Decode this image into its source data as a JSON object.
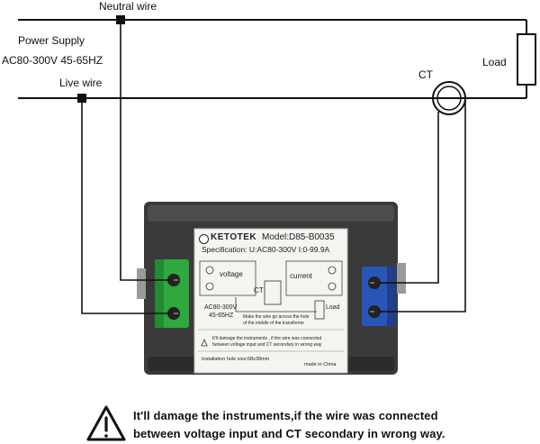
{
  "labels": {
    "neutral_wire": "Neutral wire",
    "power_supply_line1": "Power Supply",
    "power_supply_line2": "AC80-300V 45-65HZ",
    "live_wire": "Live wire",
    "ct": "CT",
    "load": "Load"
  },
  "sticker": {
    "brand": "KETOTEK",
    "model": "Model:D85-B0035",
    "specification": "Specification: U:AC80-300V I:0-99.9A",
    "voltage_label": "voltage",
    "current_label": "current",
    "ct_label": "CT",
    "voltage_range_line1": "AC80-300V",
    "voltage_range_line2": "45-65HZ",
    "instruction_line1": "Make the wire go across the hole",
    "instruction_line2": "of the middle of the transforme",
    "load_label": "Load",
    "damage_line1": "It'll damage the instruments , if the wire was connected",
    "damage_line2": "between voltage input and CT secondary in wrong way",
    "install_hole": "Installation hole size:68x38mm",
    "made_in": "made in China"
  },
  "warning": {
    "line1": "It'll damage the instruments,if the wire was connected",
    "line2": "between voltage input and CT secondary in wrong way."
  },
  "icons": {
    "warning": "warning-triangle-icon",
    "brand_logo": "ketotek-logo-icon"
  },
  "colors": {
    "wire": "#111111",
    "meter_body": "#3a3a3a",
    "terminal_green": "#2fa83f",
    "terminal_blue": "#2a55b8"
  }
}
